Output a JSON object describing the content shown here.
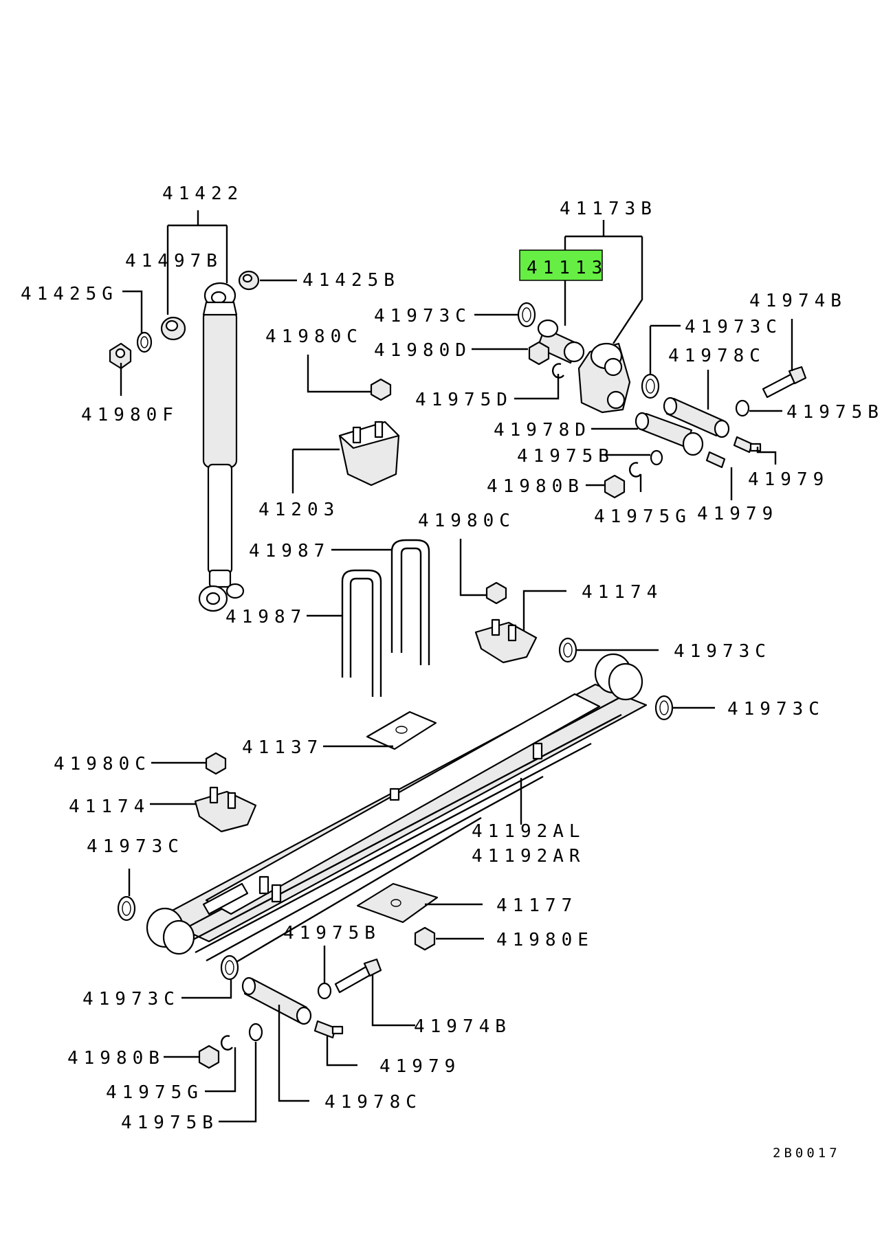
{
  "diagram": {
    "highlight_color": "#66ee44",
    "drawing_code": "2B0017",
    "labels": [
      {
        "id": "l-41422",
        "text": "41422"
      },
      {
        "id": "l-41497B",
        "text": "41497B"
      },
      {
        "id": "l-41425G",
        "text": "41425G"
      },
      {
        "id": "l-41425B",
        "text": "41425B"
      },
      {
        "id": "l-41980F",
        "text": "41980F"
      },
      {
        "id": "l-41980C-a",
        "text": "41980C"
      },
      {
        "id": "l-41203",
        "text": "41203"
      },
      {
        "id": "l-41173B",
        "text": "41173B"
      },
      {
        "id": "l-41113",
        "text": "41113"
      },
      {
        "id": "l-41973C-a",
        "text": "41973C"
      },
      {
        "id": "l-41980D",
        "text": "41980D"
      },
      {
        "id": "l-41975D",
        "text": "41975D"
      },
      {
        "id": "l-41973C-b",
        "text": "41973C"
      },
      {
        "id": "l-41974B-a",
        "text": "41974B"
      },
      {
        "id": "l-41978C-a",
        "text": "41978C"
      },
      {
        "id": "l-41975B-a",
        "text": "41975B"
      },
      {
        "id": "l-41978D",
        "text": "41978D"
      },
      {
        "id": "l-41975B-b",
        "text": "41975B"
      },
      {
        "id": "l-41979-a",
        "text": "41979"
      },
      {
        "id": "l-41980B-a",
        "text": "41980B"
      },
      {
        "id": "l-41975G-a",
        "text": "41975G"
      },
      {
        "id": "l-41979-b",
        "text": "41979"
      },
      {
        "id": "l-41980C-b",
        "text": "41980C"
      },
      {
        "id": "l-41987-a",
        "text": "41987"
      },
      {
        "id": "l-41987-b",
        "text": "41987"
      },
      {
        "id": "l-41174-a",
        "text": "41174"
      },
      {
        "id": "l-41973C-c",
        "text": "41973C"
      },
      {
        "id": "l-41973C-d",
        "text": "41973C"
      },
      {
        "id": "l-41137",
        "text": "41137"
      },
      {
        "id": "l-41980C-c",
        "text": "41980C"
      },
      {
        "id": "l-41174-b",
        "text": "41174"
      },
      {
        "id": "l-41192AL",
        "text": "41192AL"
      },
      {
        "id": "l-41192AR",
        "text": "41192AR"
      },
      {
        "id": "l-41973C-e",
        "text": "41973C"
      },
      {
        "id": "l-41177",
        "text": "41177"
      },
      {
        "id": "l-41980E",
        "text": "41980E"
      },
      {
        "id": "l-41975B-c",
        "text": "41975B"
      },
      {
        "id": "l-41973C-f",
        "text": "41973C"
      },
      {
        "id": "l-41974B-b",
        "text": "41974B"
      },
      {
        "id": "l-41979-c",
        "text": "41979"
      },
      {
        "id": "l-41980B-b",
        "text": "41980B"
      },
      {
        "id": "l-41975G-b",
        "text": "41975G"
      },
      {
        "id": "l-41978C-b",
        "text": "41978C"
      },
      {
        "id": "l-41975B-d",
        "text": "41975B"
      }
    ]
  }
}
